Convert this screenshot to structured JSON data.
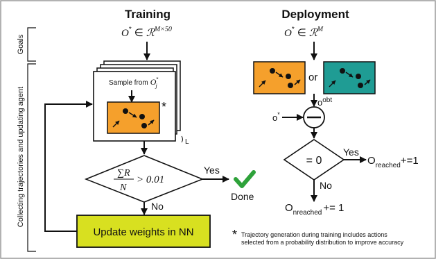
{
  "headers": {
    "training": "Training",
    "deployment": "Deployment"
  },
  "side_labels": {
    "goals": "Goals",
    "collecting": "Collecting trajectories and updating agent"
  },
  "training": {
    "goal_expr": {
      "base": "O",
      "sup_star": "*",
      "in": "∈",
      "set": "ℛ",
      "dims": "M×50"
    },
    "sample_text": "Sample from",
    "sample_var": {
      "base": "O",
      "sup": "*",
      "sub": "j"
    },
    "star_mark": "*",
    "stack_label": "L",
    "decision": {
      "numerator": "∑R",
      "denominator": "N",
      "rhs": "> 0.01"
    },
    "yes_label": "Yes",
    "no_label": "No",
    "done_label": "Done",
    "update_label": "Update weights in NN"
  },
  "deployment": {
    "goal_expr": {
      "base": "O",
      "sup_star": "*",
      "in": "∈",
      "set": "ℛ",
      "dims": "M"
    },
    "or_label": "or",
    "obt_label": {
      "base": "o",
      "sup": "obt"
    },
    "ostar_label": {
      "base": "o",
      "sup": "*"
    },
    "decision_text": "= 0",
    "yes_label": "Yes",
    "no_label": "No",
    "reached": {
      "base": "O",
      "sub": "reached",
      "suffix": "+=1"
    },
    "nreached": {
      "base": "O",
      "sub": "nreached",
      "suffix": "+= 1"
    }
  },
  "footnote": {
    "mark": "*",
    "line1": "Trajectory generation during training includes actions",
    "line2": "selected from a probability distribution to improve accuracy"
  },
  "colors": {
    "orange": "#f5a02c",
    "teal": "#1f9c94",
    "lime": "#d8e020",
    "check": "#2ea23a"
  }
}
